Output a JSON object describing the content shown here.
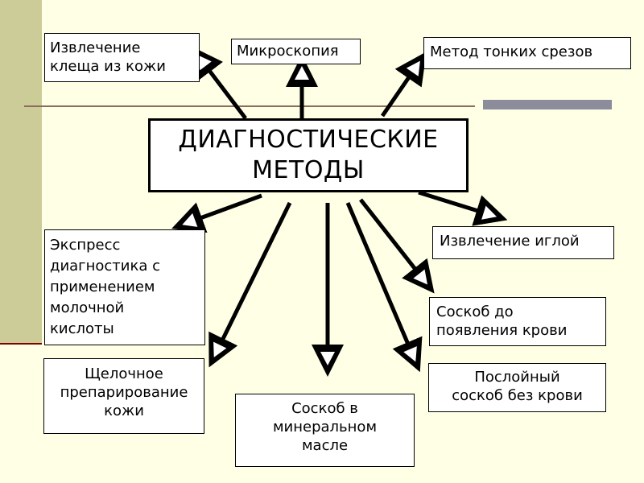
{
  "center_title_line1": "ДИАГНОСТИЧЕСКИЕ",
  "center_title_line2": "МЕТОДЫ",
  "methods": {
    "tick_extraction": {
      "line1": "Извлечение",
      "line2": "клеща из кожи"
    },
    "microscopy": "Микроскопия",
    "thin_sections": "Метод тонких срезов",
    "needle_extraction": "Извлечение иглой",
    "express": {
      "line1": "Экспресс",
      "line2": "диагностика с",
      "line3": "применением",
      "line4": "молочной",
      "line5": "кислоты"
    },
    "scraping_blood": {
      "line1": "Соскоб до",
      "line2": "появления крови"
    },
    "alkaline": {
      "line1": "Щелочное",
      "line2": "препарирование",
      "line3": "кожи"
    },
    "oil_scraping": {
      "line1": "Соскоб в",
      "line2": "минеральном",
      "line3": "масле"
    },
    "layered": {
      "line1": "Послойный",
      "line2": "соскоб без крови"
    }
  },
  "colors": {
    "background": "#FFFFE5",
    "side_band": "#CCCC99",
    "box_fill": "#FFFFFF",
    "stroke": "#000000"
  }
}
